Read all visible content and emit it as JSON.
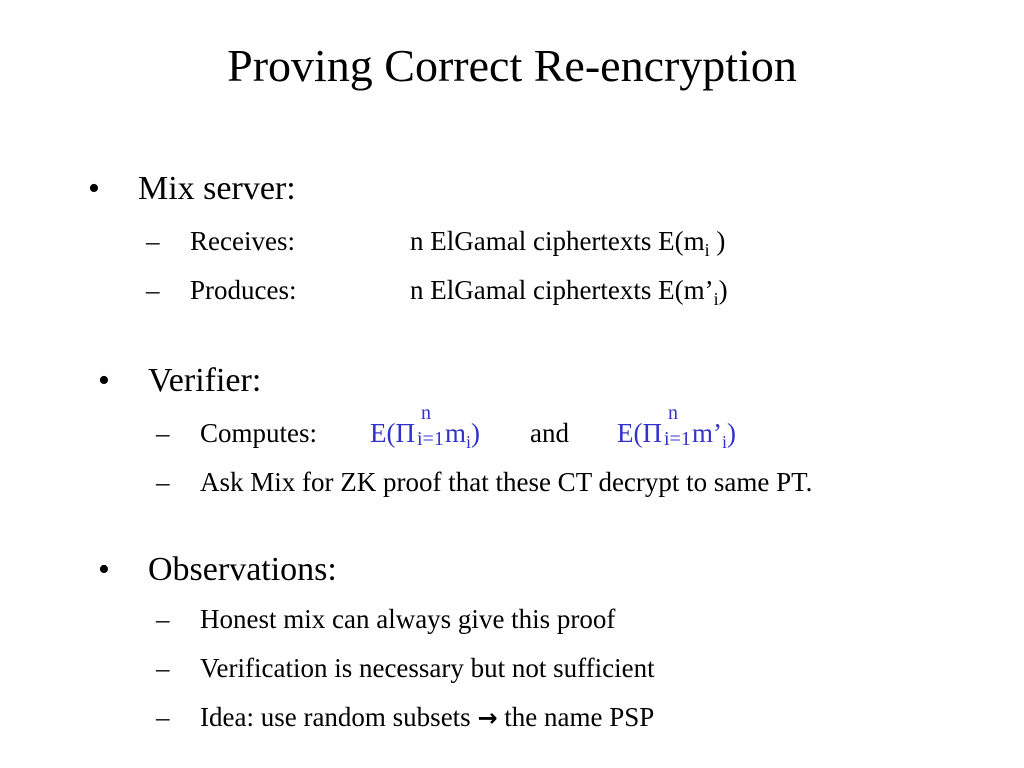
{
  "title": "Proving Correct Re-encryption",
  "bullet_char": "•",
  "dash_char": "–",
  "mix": {
    "label": "Mix server:",
    "receives": {
      "label": "Receives:",
      "text": "n  ElGamal ciphertexts  E(m",
      "sub": "i",
      "close": " )"
    },
    "produces": {
      "label": "Produces:",
      "text": "n  ElGamal ciphertexts  E(m’",
      "sub": "i",
      "close": ")"
    }
  },
  "verifier": {
    "label": "Verifier:",
    "computes": {
      "label": "Computes:",
      "expr1": {
        "open": "E(Π",
        "sup": "n",
        "sub": "i=1",
        "body": "m",
        "isub": "i",
        "close": ")"
      },
      "and": "and",
      "expr2": {
        "open": "E(Π",
        "sup": "n",
        "sub": "i=1",
        "body": "m’",
        "isub": "i",
        "close": ")"
      }
    },
    "ask": "Ask Mix for ZK proof that these CT decrypt to same PT."
  },
  "observations": {
    "label": "Observations:",
    "items": [
      "Honest mix can always give this proof",
      "Verification is necessary but not sufficient"
    ],
    "idea_before": "Idea: use random subsets ",
    "idea_arrow": "→",
    "idea_after": " the name PSP"
  },
  "colors": {
    "formula": "#3333cc",
    "text": "#000000",
    "background": "#ffffff"
  }
}
